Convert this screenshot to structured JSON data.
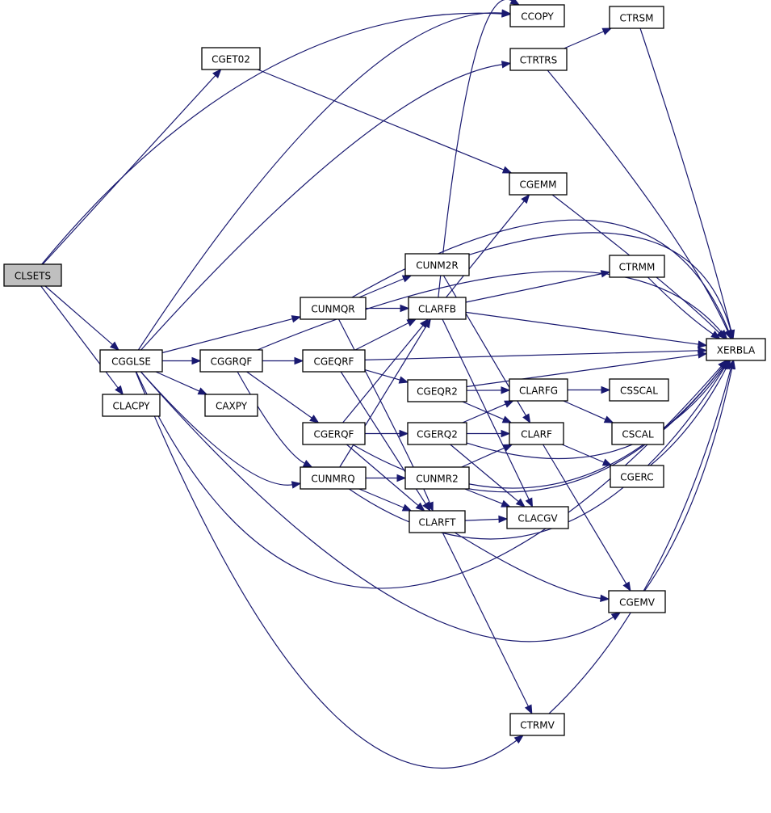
{
  "diagram": {
    "nodes": [
      {
        "id": "CLSETS",
        "label": "CLSETS",
        "highlighted": true
      },
      {
        "id": "CGGLSE",
        "label": "CGGLSE"
      },
      {
        "id": "CLACPY",
        "label": "CLACPY"
      },
      {
        "id": "CGET02",
        "label": "CGET02"
      },
      {
        "id": "CCOPY",
        "label": "CCOPY"
      },
      {
        "id": "CTRSM",
        "label": "CTRSM"
      },
      {
        "id": "CTRTRS",
        "label": "CTRTRS"
      },
      {
        "id": "CGEMM",
        "label": "CGEMM"
      },
      {
        "id": "CUNM2R",
        "label": "CUNM2R"
      },
      {
        "id": "CTRMM",
        "label": "CTRMM"
      },
      {
        "id": "CUNMQR",
        "label": "CUNMQR"
      },
      {
        "id": "CLARFB",
        "label": "CLARFB"
      },
      {
        "id": "XERBLA",
        "label": "XERBLA"
      },
      {
        "id": "CGGRQF",
        "label": "CGGRQF"
      },
      {
        "id": "CGEQRF",
        "label": "CGEQRF"
      },
      {
        "id": "CGEQR2",
        "label": "CGEQR2"
      },
      {
        "id": "CLARFG",
        "label": "CLARFG"
      },
      {
        "id": "CSSCAL",
        "label": "CSSCAL"
      },
      {
        "id": "CAXPY",
        "label": "CAXPY"
      },
      {
        "id": "CGERQF",
        "label": "CGERQF"
      },
      {
        "id": "CGERQ2",
        "label": "CGERQ2"
      },
      {
        "id": "CLARF",
        "label": "CLARF"
      },
      {
        "id": "CSCAL",
        "label": "CSCAL"
      },
      {
        "id": "CUNMRQ",
        "label": "CUNMRQ"
      },
      {
        "id": "CUNMR2",
        "label": "CUNMR2"
      },
      {
        "id": "CGERC",
        "label": "CGERC"
      },
      {
        "id": "CLARFT",
        "label": "CLARFT"
      },
      {
        "id": "CLACGV",
        "label": "CLACGV"
      },
      {
        "id": "CGEMV",
        "label": "CGEMV"
      },
      {
        "id": "CTRMV",
        "label": "CTRMV"
      }
    ],
    "edges": [
      [
        "CLSETS",
        "CGGLSE"
      ],
      [
        "CLSETS",
        "CLACPY"
      ],
      [
        "CLSETS",
        "CGET02"
      ],
      [
        "CLSETS",
        "CCOPY"
      ],
      [
        "CGGLSE",
        "CCOPY"
      ],
      [
        "CGGLSE",
        "CTRTRS"
      ],
      [
        "CGGLSE",
        "CUNMQR"
      ],
      [
        "CGGLSE",
        "CGGRQF"
      ],
      [
        "CGGLSE",
        "CAXPY"
      ],
      [
        "CGGLSE",
        "CUNMRQ"
      ],
      [
        "CGGLSE",
        "CGEMV"
      ],
      [
        "CGGLSE",
        "CTRMV"
      ],
      [
        "CGGLSE",
        "XERBLA"
      ],
      [
        "CGET02",
        "CGEMM"
      ],
      [
        "CTRTRS",
        "CTRSM"
      ],
      [
        "CTRTRS",
        "XERBLA"
      ],
      [
        "CTRSM",
        "XERBLA"
      ],
      [
        "CGEMM",
        "XERBLA"
      ],
      [
        "CUNMQR",
        "CUNM2R"
      ],
      [
        "CUNMQR",
        "CLARFB"
      ],
      [
        "CUNMQR",
        "CLARFT"
      ],
      [
        "CUNMQR",
        "XERBLA"
      ],
      [
        "CUNM2R",
        "CLARF"
      ],
      [
        "CUNM2R",
        "XERBLA"
      ],
      [
        "CLARFB",
        "CCOPY"
      ],
      [
        "CLARFB",
        "CGEMM"
      ],
      [
        "CLARFB",
        "CTRMM"
      ],
      [
        "CLARFB",
        "CLACGV"
      ],
      [
        "CLARFB",
        "XERBLA"
      ],
      [
        "CTRMM",
        "XERBLA"
      ],
      [
        "CGGRQF",
        "CGEQRF"
      ],
      [
        "CGGRQF",
        "CGERQF"
      ],
      [
        "CGGRQF",
        "CUNMRQ"
      ],
      [
        "CGGRQF",
        "XERBLA"
      ],
      [
        "CGEQRF",
        "CLARFB"
      ],
      [
        "CGEQRF",
        "CGEQR2"
      ],
      [
        "CGEQRF",
        "CLARFT"
      ],
      [
        "CGEQRF",
        "XERBLA"
      ],
      [
        "CGEQR2",
        "CLARFG"
      ],
      [
        "CGEQR2",
        "CLARF"
      ],
      [
        "CGEQR2",
        "XERBLA"
      ],
      [
        "CLARFG",
        "CSSCAL"
      ],
      [
        "CLARFG",
        "CSCAL"
      ],
      [
        "CGERQF",
        "CLARFB"
      ],
      [
        "CGERQF",
        "CGERQ2"
      ],
      [
        "CGERQF",
        "CLARFT"
      ],
      [
        "CGERQF",
        "XERBLA"
      ],
      [
        "CGERQ2",
        "CLARFG"
      ],
      [
        "CGERQ2",
        "CLARF"
      ],
      [
        "CGERQ2",
        "CLACGV"
      ],
      [
        "CGERQ2",
        "XERBLA"
      ],
      [
        "CLARF",
        "CGERC"
      ],
      [
        "CLARF",
        "CGEMV"
      ],
      [
        "CUNMRQ",
        "CLARFB"
      ],
      [
        "CUNMRQ",
        "CUNMR2"
      ],
      [
        "CUNMRQ",
        "CLARFT"
      ],
      [
        "CUNMRQ",
        "XERBLA"
      ],
      [
        "CUNMR2",
        "CLARF"
      ],
      [
        "CUNMR2",
        "CLACGV"
      ],
      [
        "CUNMR2",
        "XERBLA"
      ],
      [
        "CGERC",
        "XERBLA"
      ],
      [
        "CLARFT",
        "CLACGV"
      ],
      [
        "CLARFT",
        "CGEMV"
      ],
      [
        "CLARFT",
        "CTRMV"
      ],
      [
        "CGEMV",
        "XERBLA"
      ],
      [
        "CTRMV",
        "XERBLA"
      ]
    ]
  }
}
